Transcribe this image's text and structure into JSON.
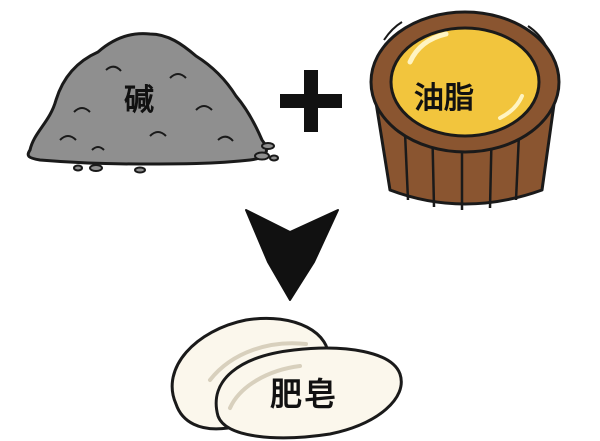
{
  "labels": {
    "alkali": "碱",
    "grease": "油脂",
    "soap": "肥皂"
  },
  "icons": {
    "alkali": "powder-pile-icon",
    "grease": "wooden-bucket-of-oil-icon",
    "plus": "plus-icon",
    "arrow": "down-arrow-icon",
    "soap": "soap-bars-icon"
  },
  "colors": {
    "powder": "#8f8f8f",
    "wood": "#8a5530",
    "oil": "#f2c53d",
    "soap": "#fbf7ec",
    "outline": "#1a1a1a"
  }
}
